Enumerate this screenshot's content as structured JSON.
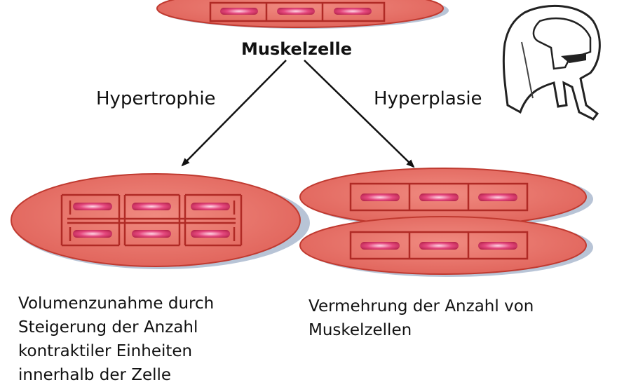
{
  "title": "Muskelzelle",
  "branches": {
    "left_label": "Hypertrophie",
    "right_label": "Hyperplasie"
  },
  "descriptions": {
    "left": [
      "Volumenzunahme durch",
      "Steigerung der Anzahl",
      "kontraktiler Einheiten",
      "innerhalb der Zelle"
    ],
    "right": [
      "Vermehrung der Anzahl von",
      "Muskelzellen"
    ]
  },
  "colors": {
    "cell_fill": "#e96f66",
    "cell_stroke": "#c03a30",
    "unit_stroke": "#b02a25",
    "filament": "#d0306a",
    "arrow": "#111111"
  },
  "icons": [
    "spartan-helmet-icon"
  ]
}
